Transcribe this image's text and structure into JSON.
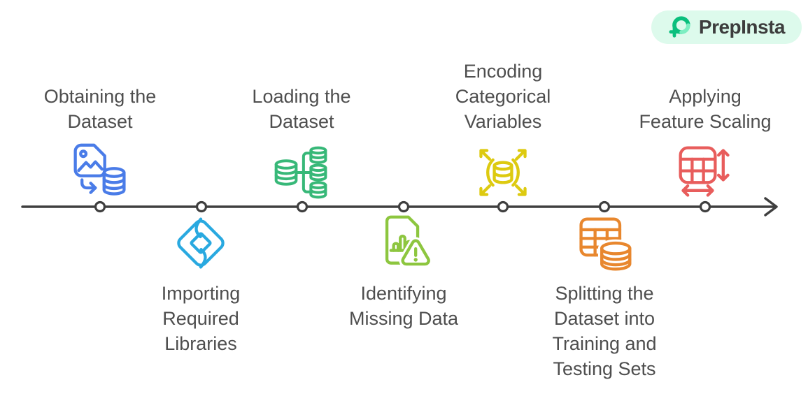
{
  "brand": {
    "name": "PrepInsta",
    "badge_bg": "#ddfaec",
    "logo_dark_green": "#0bbf7d",
    "logo_light_green": "#7deec2",
    "text_color": "#3d3d3d"
  },
  "timeline": {
    "line_color": "#3f3f3f",
    "node_fill": "#ffffff",
    "direction": "left-to-right-arrow"
  },
  "steps": [
    {
      "label": "Obtaining the\nDataset",
      "icon": "image-to-database",
      "color": "#4a7ce8",
      "side": "top"
    },
    {
      "label": "Importing\nRequired\nLibraries",
      "icon": "library-diamond",
      "color": "#29a9e0",
      "side": "bottom"
    },
    {
      "label": "Loading the\nDataset",
      "icon": "database-distribution",
      "color": "#37b878",
      "side": "top"
    },
    {
      "label": "Identifying\nMissing Data",
      "icon": "document-chart-warning",
      "color": "#8dc63f",
      "side": "bottom"
    },
    {
      "label": "Encoding\nCategorical\nVariables",
      "icon": "database-expand-arrows",
      "color": "#ddca10",
      "side": "top"
    },
    {
      "label": "Splitting the\nDataset into\nTraining and\nTesting Sets",
      "icon": "table-with-database",
      "color": "#e8872e",
      "side": "bottom"
    },
    {
      "label": "Applying\nFeature Scaling",
      "icon": "table-scale-arrows",
      "color": "#e85d5c",
      "side": "top"
    }
  ]
}
